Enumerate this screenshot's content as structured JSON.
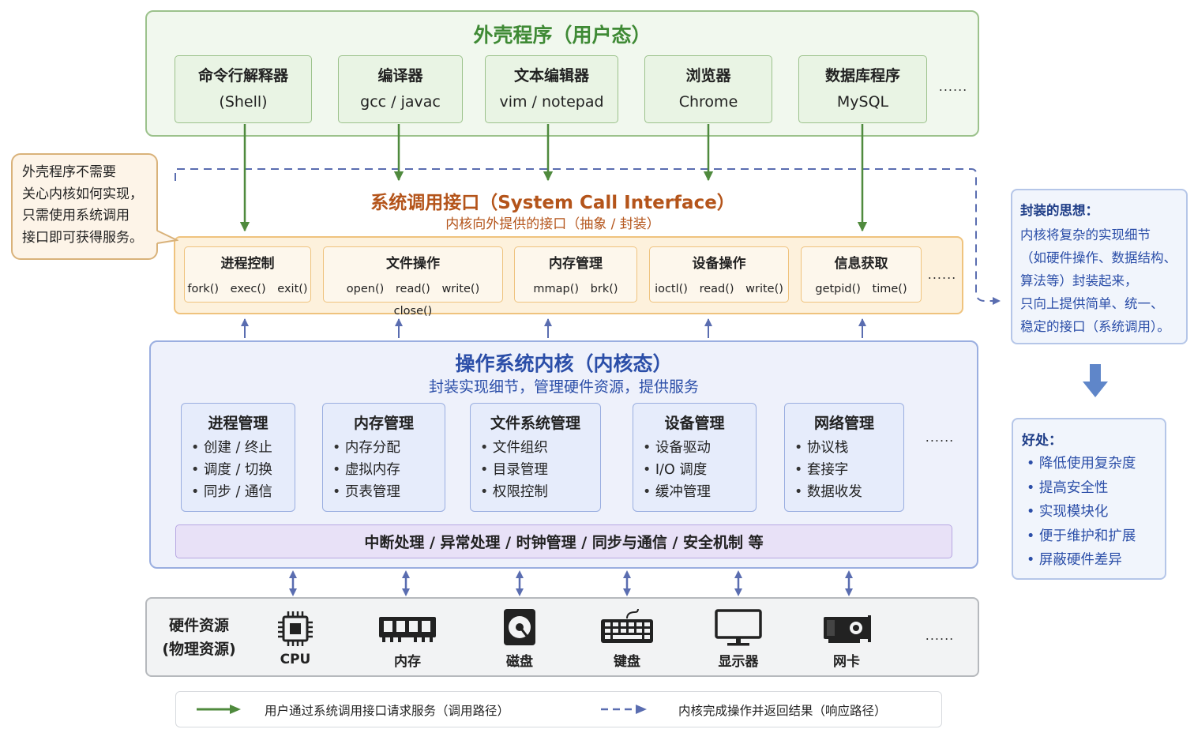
{
  "shell": {
    "title": "外壳程序（用户态）",
    "apps": [
      {
        "name": "命令行解释器",
        "sub": "(Shell)"
      },
      {
        "name": "编译器",
        "sub": "gcc / javac"
      },
      {
        "name": "文本编辑器",
        "sub": "vim / notepad"
      },
      {
        "name": "浏览器",
        "sub": "Chrome"
      },
      {
        "name": "数据库程序",
        "sub": "MySQL"
      }
    ],
    "more": "......"
  },
  "callout": {
    "lines": [
      "外壳程序不需要",
      "关心内核如何实现，",
      "只需使用系统调用",
      "接口即可获得服务。"
    ]
  },
  "syscall": {
    "title": "系统调用接口（System Call Interface）",
    "subtitle": "内核向外提供的接口（抽象 / 封装）",
    "groups": [
      {
        "name": "进程控制",
        "funcs": "fork() exec() exit()"
      },
      {
        "name": "文件操作",
        "funcs": "open() read() write() close()"
      },
      {
        "name": "内存管理",
        "funcs": "mmap() brk()"
      },
      {
        "name": "设备操作",
        "funcs": "ioctl() read() write()"
      },
      {
        "name": "信息获取",
        "funcs": "getpid() time()"
      }
    ],
    "more": "......"
  },
  "kernel": {
    "title": "操作系统内核（内核态）",
    "subtitle": "封装实现细节，管理硬件资源，提供服务",
    "modules": [
      {
        "name": "进程管理",
        "items": [
          "创建 / 终止",
          "调度 / 切换",
          "同步 / 通信"
        ]
      },
      {
        "name": "内存管理",
        "items": [
          "内存分配",
          "虚拟内存",
          "页表管理"
        ]
      },
      {
        "name": "文件系统管理",
        "items": [
          "文件组织",
          "目录管理",
          "权限控制"
        ]
      },
      {
        "name": "设备管理",
        "items": [
          "设备驱动",
          "I/O 调度",
          "缓冲管理"
        ]
      },
      {
        "name": "网络管理",
        "items": [
          "协议栈",
          "套接字",
          "数据收发"
        ]
      }
    ],
    "more": "......",
    "misc": "中断处理 / 异常处理 / 时钟管理 / 同步与通信 / 安全机制 等"
  },
  "hardware": {
    "title_lines": [
      "硬件资源",
      "(物理资源)"
    ],
    "items": [
      {
        "label": "CPU",
        "icon": "cpu-chip-icon"
      },
      {
        "label": "内存",
        "icon": "memory-module-icon"
      },
      {
        "label": "磁盘",
        "icon": "hard-disk-icon"
      },
      {
        "label": "键盘",
        "icon": "keyboard-icon"
      },
      {
        "label": "显示器",
        "icon": "monitor-icon"
      },
      {
        "label": "网卡",
        "icon": "network-card-icon"
      }
    ],
    "more": "......"
  },
  "idea": {
    "title": "封装的思想：",
    "lines": [
      "内核将复杂的实现细节",
      "（如硬件操作、数据结构、",
      "算法等）封装起来，",
      "只向上提供简单、统一、",
      "稳定的接口（系统调用）。"
    ]
  },
  "benefits": {
    "title": "好处：",
    "items": [
      "降低使用复杂度",
      "提高安全性",
      "实现模块化",
      "便于维护和扩展",
      "屏蔽硬件差异"
    ]
  },
  "legend": {
    "call_path": "用户通过系统调用接口请求服务（调用路径）",
    "return_path": "内核完成操作并返回结果（响应路径）"
  },
  "colors": {
    "shell_green": "#3f8a35",
    "syscall_orange": "#b4541a",
    "kernel_blue": "#2b4ea8",
    "arrow_green": "#4f8a3d",
    "dashed_blue": "#5a6db0"
  }
}
